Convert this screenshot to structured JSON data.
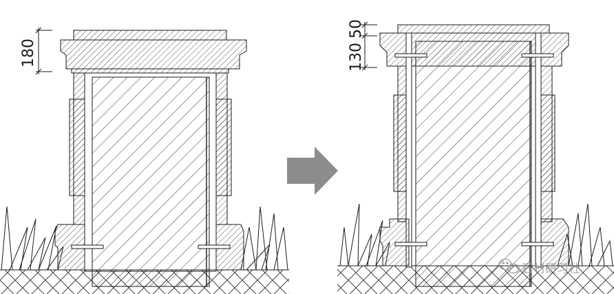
{
  "diagrams": {
    "before": {
      "dimensions": [
        "180"
      ]
    },
    "after": {
      "dimensions": [
        "130",
        "50"
      ]
    }
  },
  "arrow": {
    "color": "#8c8c8c",
    "direction": "right"
  },
  "watermark": {
    "text": "石材研习社",
    "icon": "wechat-icon"
  },
  "colors": {
    "line": "#1a1a1a",
    "hatch": "#333333",
    "background": "#ffffff"
  }
}
